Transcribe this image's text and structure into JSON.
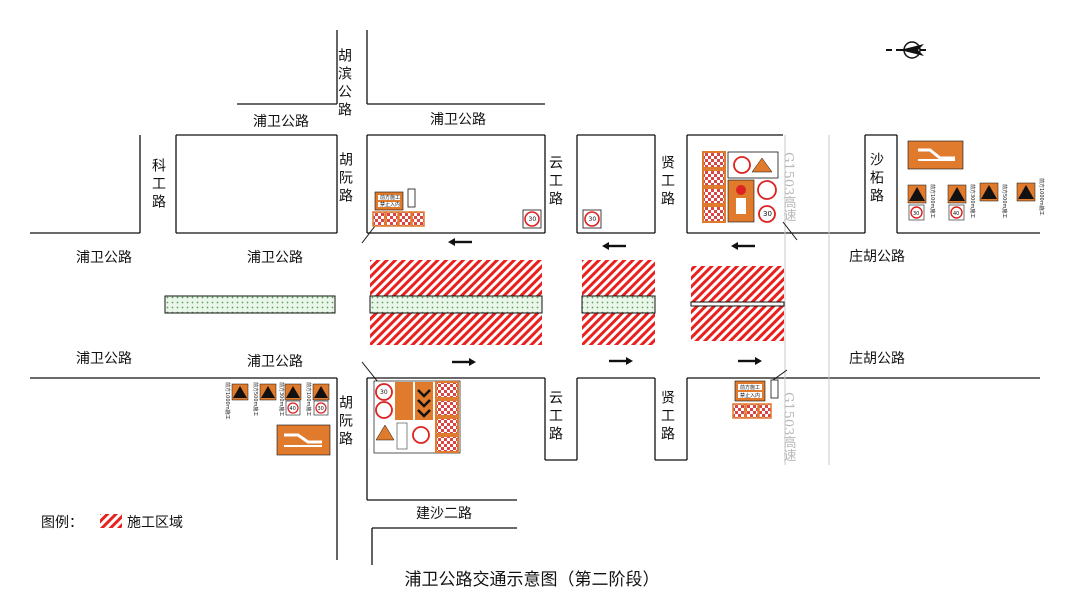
{
  "title": "浦卫公路交通示意图（第二阶段）",
  "roads": {
    "hubin": "胡滨公路",
    "puwei_top_left": "浦卫公路",
    "puwei_top_right": "浦卫公路",
    "kegong": "科工路",
    "huruan_top": "胡阮路",
    "yungong_top": "云工路",
    "xiangong_top": "贤工路",
    "g1503_top": "G1503高速",
    "shazhe": "沙柘路",
    "puwei_w1_north": "浦卫公路",
    "puwei_w2_north": "浦卫公路",
    "zhuanghu_north": "庄胡公路",
    "puwei_w1_south": "浦卫公路",
    "puwei_w2_south": "浦卫公路",
    "zhuanghu_south": "庄胡公路",
    "huruan_bottom": "胡阮路",
    "yungong_bottom": "云工路",
    "xiangong_bottom": "贤工路",
    "g1503_bottom": "G1503高速",
    "jiansha": "建沙二路"
  },
  "legend": {
    "prefix": "图例：",
    "construction_label": "施工区域",
    "construction_color": "#e8211f"
  },
  "signs": {
    "speed_limit_30": "30",
    "speed_limit_40": "40",
    "detour_text": "前方施工",
    "no_entry_text": "禁止入内",
    "ahead_1000": "前方1000m施工",
    "ahead_500": "前方500m施工",
    "ahead_300": "前方300m施工",
    "ahead_100": "前方100m施工"
  },
  "colors": {
    "sign_orange": "#e07a2d",
    "checker_red": "#d94545",
    "median_green": "#8fce8f"
  },
  "icons": {
    "north_arrow": "north-arrow-icon",
    "traffic_flow": "arrow-icon"
  }
}
